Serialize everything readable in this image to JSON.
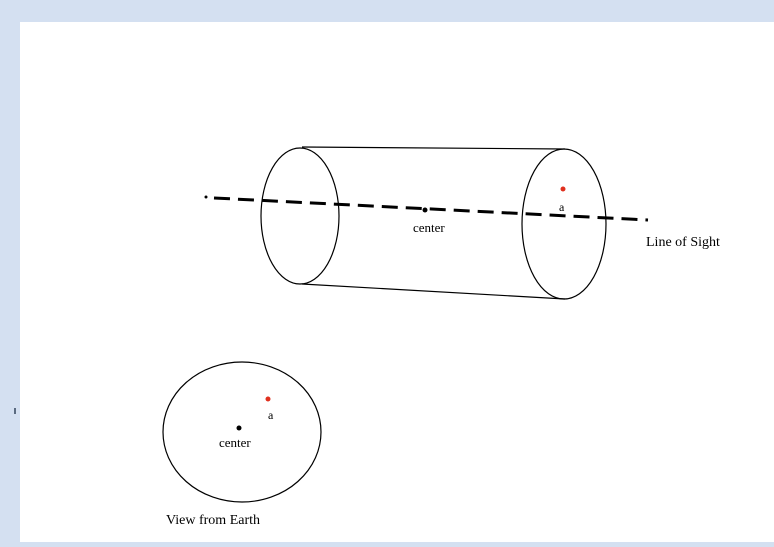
{
  "labels": {
    "center_top": "center",
    "point_a_top": "a",
    "line_of_sight": "Line of Sight",
    "center_bottom": "center",
    "point_a_bottom": "a",
    "view_from_earth": "View from Earth"
  },
  "colors": {
    "background": "#d4e0f1",
    "canvas": "#ffffff",
    "stroke": "#000000",
    "point_a": "#e0301e"
  }
}
